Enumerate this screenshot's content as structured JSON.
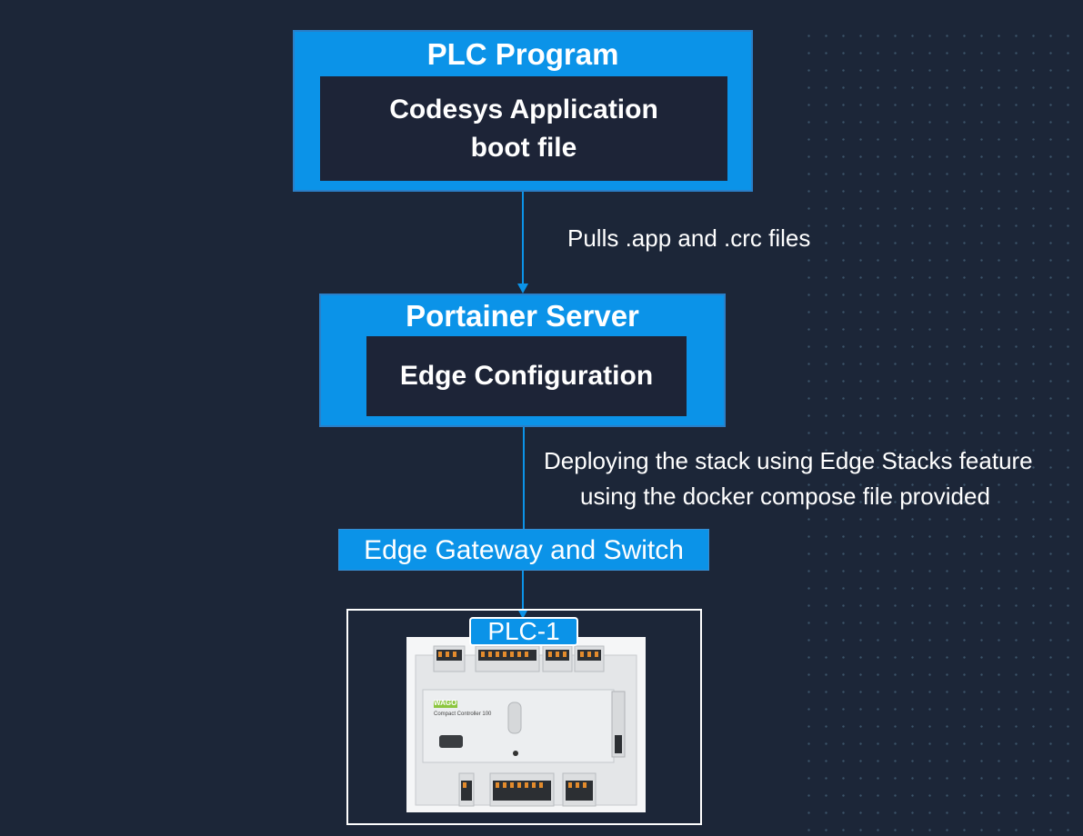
{
  "diagram": {
    "plc_program": {
      "title": "PLC Program",
      "inner": "Codesys Application boot file"
    },
    "arrow1_label": "Pulls .app and .crc files",
    "portainer": {
      "title": "Portainer Server",
      "inner": "Edge Configuration"
    },
    "arrow2_label_line1": "Deploying the stack using Edge Stacks feature",
    "arrow2_label_line2": "using the docker compose file provided",
    "gateway": "Edge Gateway and Switch",
    "plc_node": {
      "label": "PLC-1",
      "device_brand": "WAGO",
      "device_model": "Compact Controller 100"
    }
  },
  "colors": {
    "background": "#1c2638",
    "accent_blue": "#0b93e8",
    "inner_box": "#1d2437"
  },
  "icons": {
    "device": "plc-controller-image"
  }
}
